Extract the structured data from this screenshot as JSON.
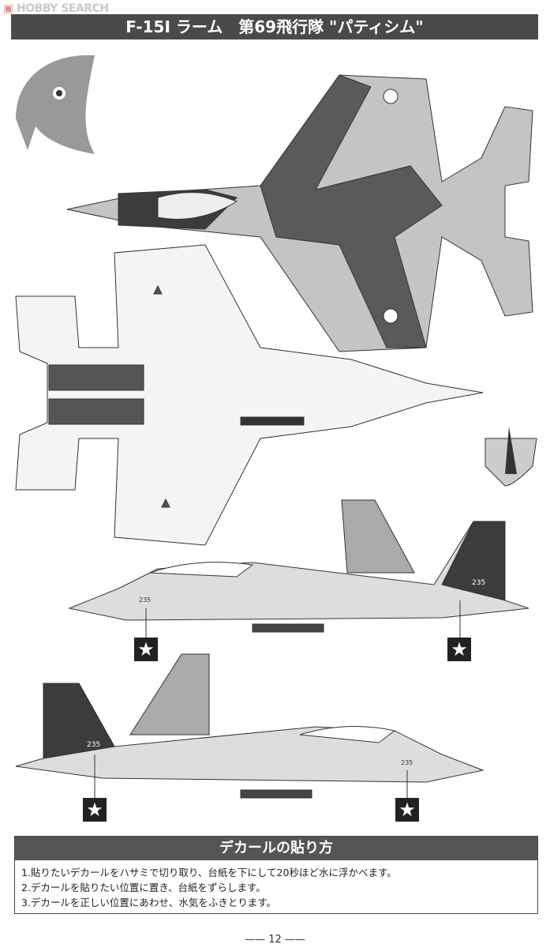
{
  "watermark": {
    "brand": "HOBBY SEARCH"
  },
  "title": "F-15I ラーム　第69飛行隊 \"パティシム\"",
  "markings": {
    "tail_number": "235",
    "star": "★"
  },
  "colors": {
    "camo_dark": "#3c3c3c",
    "camo_mid": "#8a8a8a",
    "camo_light": "#c4c4c4",
    "header_bg": "#4a4a4a"
  },
  "instructions": {
    "heading": "デカールの貼り方",
    "steps": [
      "1.貼りたいデカールをハサミで切り取り、台紙を下にして20秒ほど水に浮かべます。",
      "2.デカールを貼りたい位置に置き、台紙をずらします。",
      "3.デカールを正しい位置にあわせ、水気をふきとります。"
    ]
  },
  "page_number": "12"
}
